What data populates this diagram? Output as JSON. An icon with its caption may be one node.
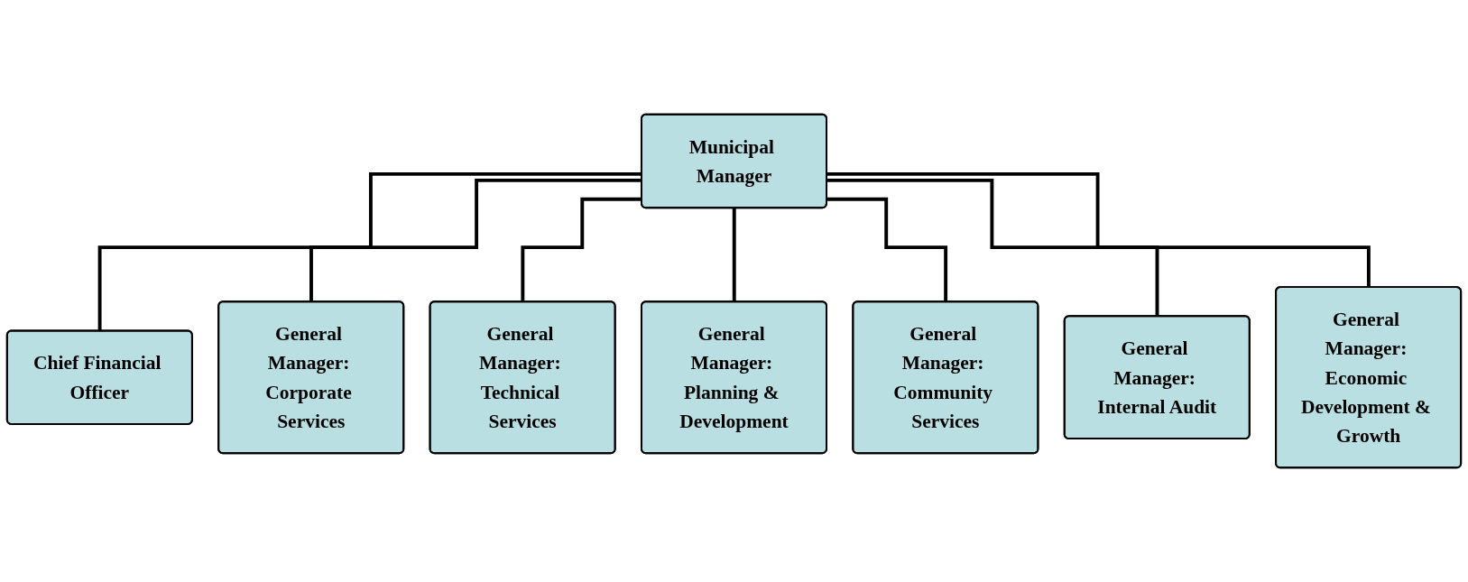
{
  "diagram": {
    "nodes": [
      {
        "text": [
          "Municipal Manager"
        ]
      },
      {
        "text": [
          "Chief Financial Officer"
        ]
      },
      {
        "text": [
          "General Manager: Corporate Services"
        ]
      },
      {
        "text": [
          "General Manager: Technical Services"
        ]
      },
      {
        "text": [
          "General Manager: Planning & Development"
        ]
      },
      {
        "text": [
          "General Manager: Community Services"
        ]
      },
      {
        "text": [
          "General Manager: Internal Audit"
        ]
      },
      {
        "text": [
          "General Manager: Economic Development & Growth"
        ]
      }
    ],
    "edges": [
      {
        "from": 0,
        "to": 1,
        "arrow": "none"
      },
      {
        "from": 0,
        "to": 2,
        "arrow": "none"
      },
      {
        "from": 0,
        "to": 3,
        "arrow": "none"
      },
      {
        "from": 0,
        "to": 4,
        "arrow": "none"
      },
      {
        "from": 0,
        "to": 5,
        "arrow": "none"
      },
      {
        "from": 0,
        "to": 6,
        "arrow": "none"
      },
      {
        "from": 0,
        "to": 7,
        "arrow": "none"
      }
    ]
  }
}
